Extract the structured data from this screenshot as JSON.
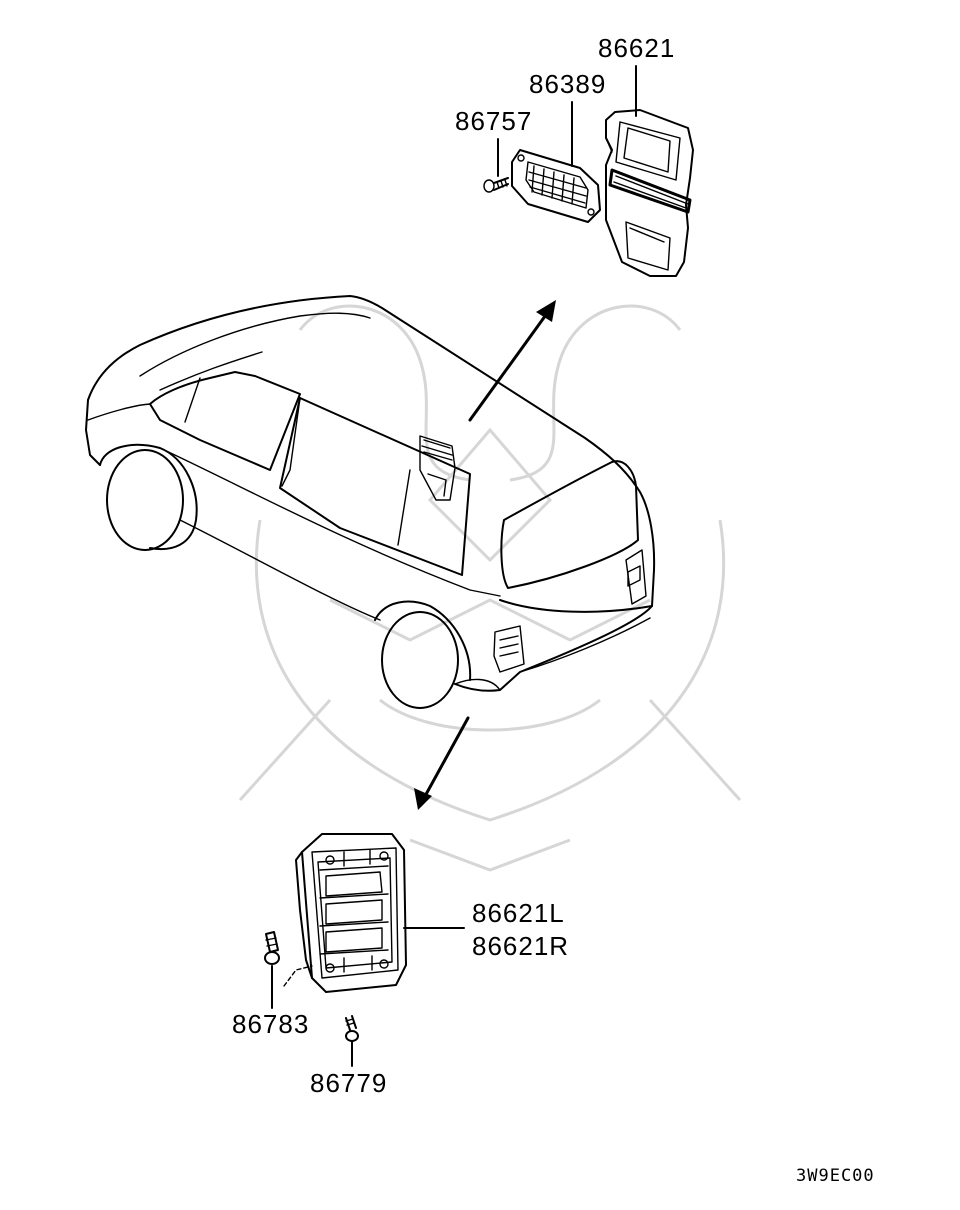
{
  "labels": {
    "part_86621": "86621",
    "part_86389": "86389",
    "part_86757": "86757",
    "part_86621L": "86621L",
    "part_86621R": "86621R",
    "part_86783": "86783",
    "part_86779": "86779"
  },
  "diagram_code": "3W9EC00",
  "colors": {
    "line": "#000000",
    "watermark": "#d6d6d6",
    "background": "#ffffff"
  }
}
